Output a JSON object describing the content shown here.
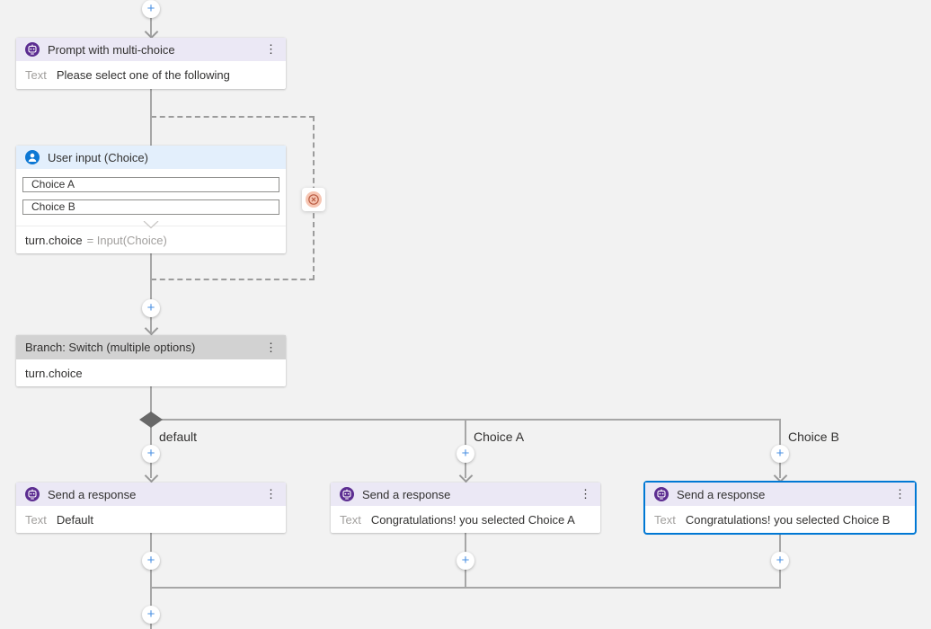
{
  "glyphs": {
    "plus": "+",
    "kebab": "⋮"
  },
  "colors": {
    "canvas_bg": "#f2f2f2",
    "connector_line": "#a6a6a6",
    "accent_selected": "#0078d4",
    "prompt_header_bg": "#ebe8f5",
    "user_input_header_bg": "#e3effc",
    "branch_header_bg": "#d2d2d2",
    "bot_icon_bg": "#5c2d91",
    "person_icon_bg": "#0d78d4",
    "loop_icon_bg": "#f6c5b2",
    "loop_icon_glyph": "#b85a40"
  },
  "icons": {
    "bot": "bot-chat-icon",
    "user": "person-icon",
    "loop_terminator": "circled-x-icon",
    "menu": "kebab-menu-icon"
  },
  "prompt_node": {
    "title": "Prompt with multi-choice",
    "field_label": "Text",
    "field_value": "Please select one of the following"
  },
  "user_input_node": {
    "title": "User input (Choice)",
    "choices": [
      "Choice A",
      "Choice B"
    ],
    "assignment_left": "turn.choice",
    "assignment_right": "= Input(Choice)"
  },
  "branch_node": {
    "title": "Branch: Switch (multiple options)",
    "condition": "turn.choice"
  },
  "branches": [
    {
      "label": "default",
      "node": {
        "title": "Send a response",
        "field_label": "Text",
        "field_value": "Default",
        "selected": false
      }
    },
    {
      "label": "Choice A",
      "node": {
        "title": "Send a response",
        "field_label": "Text",
        "field_value": "Congratulations! you selected Choice A",
        "selected": false
      }
    },
    {
      "label": "Choice B",
      "node": {
        "title": "Send a response",
        "field_label": "Text",
        "field_value": "Congratulations! you selected Choice B",
        "selected": true
      }
    }
  ]
}
